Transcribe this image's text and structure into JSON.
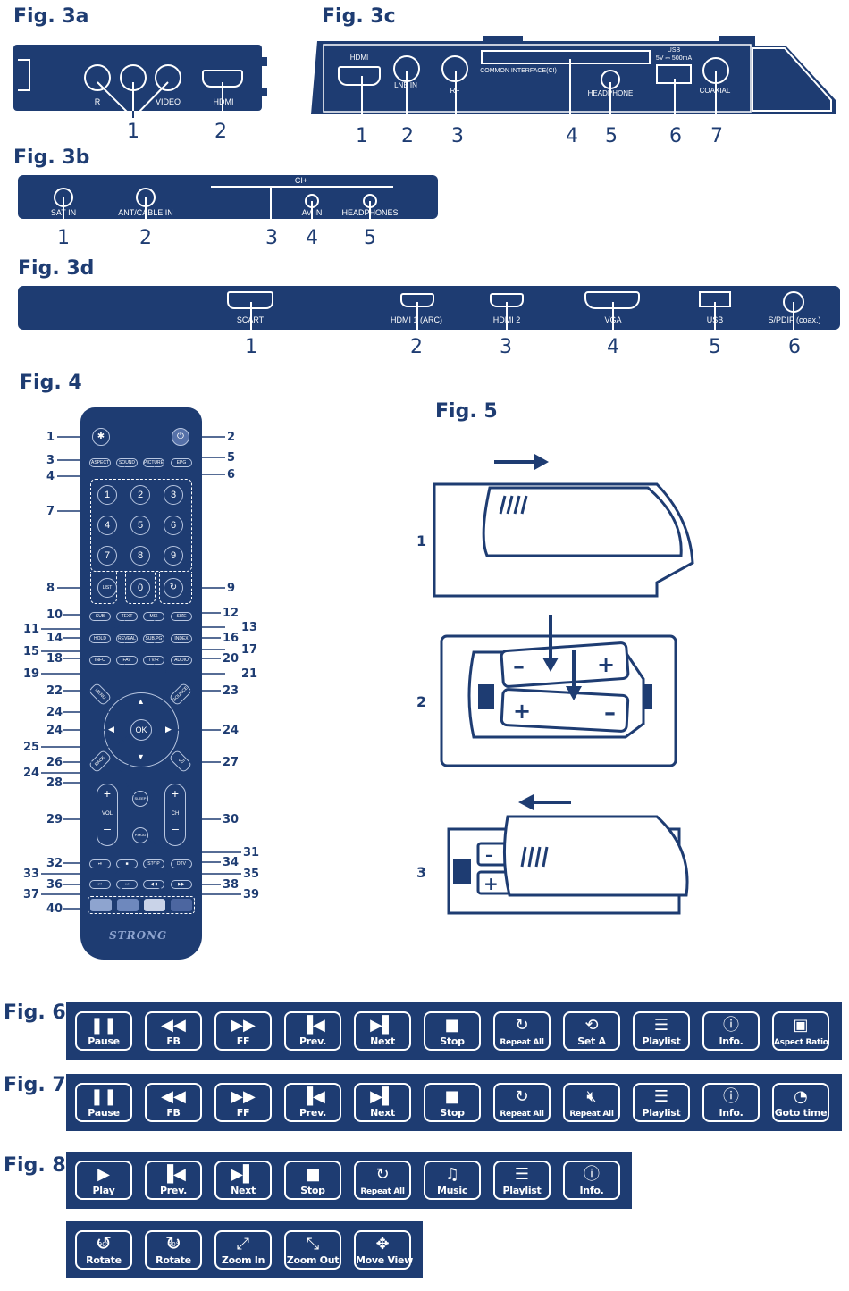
{
  "fig3a": {
    "title": "Fig. 3a",
    "labels": {
      "r": "R",
      "video": "VIDEO",
      "hdmi": "HDMI"
    },
    "callouts": [
      "1",
      "2"
    ]
  },
  "fig3c": {
    "title": "Fig. 3c",
    "labels": {
      "hdmi": "HDMI",
      "lnb": "LNB IN",
      "rf": "RF",
      "ci": "COMMON INTERFACE(CI)",
      "headphone": "HEADPHONE",
      "usb_top": "USB",
      "usb_spec": "5V ⎓ 500mA",
      "coaxial": "COAXIAL"
    },
    "callouts": [
      "1",
      "2",
      "3",
      "4",
      "5",
      "6",
      "7"
    ]
  },
  "fig3b": {
    "title": "Fig. 3b",
    "labels": {
      "sat": "SAT IN",
      "ant": "ANT/CABLE IN",
      "ci": "CI+",
      "av": "AV IN",
      "headphones": "HEADPHONES"
    },
    "callouts": [
      "1",
      "2",
      "3",
      "4",
      "5"
    ]
  },
  "fig3d": {
    "title": "Fig. 3d",
    "labels": {
      "scart": "SCART",
      "hdmi1": "HDMI 1 (ARC)",
      "hdmi2": "HDMI 2",
      "vga": "VGA",
      "usb": "USB",
      "spdif": "S/PDIF (coax.)"
    },
    "callouts": [
      "1",
      "2",
      "3",
      "4",
      "5",
      "6"
    ]
  },
  "fig4": {
    "title": "Fig. 4",
    "brand": "STRONG",
    "keypad": [
      "1",
      "2",
      "3",
      "4",
      "5",
      "6",
      "7",
      "8",
      "9",
      "0"
    ],
    "buttons": {
      "aspect": "ASPECT",
      "sound": "SOUND",
      "picture": "PICTURE",
      "epg": "EPG",
      "list": "LIST",
      "sub": "SUB",
      "text": "TEXT",
      "mix": "MIX",
      "size": "SIZE",
      "hold": "HOLD",
      "reveal": "REVEAL",
      "subpage": "SUB.PG",
      "index": "INDEX",
      "info": "INFO",
      "fav": "FAV",
      "tvr": "TV/R",
      "audio": "AUDIO",
      "menu": "MENU",
      "source": "SOURCE",
      "ok": "OK",
      "back": "BACK",
      "sleep": "SLEEP",
      "vol": "VOL",
      "ch": "CH",
      "pmode": "P.MOD",
      "stop": "STOP",
      "dtv": "DTV"
    },
    "callouts_left": [
      "1",
      "3",
      "4",
      "7",
      "8",
      "10",
      "11",
      "14",
      "15",
      "18",
      "19",
      "22",
      "24",
      "24",
      "25",
      "24",
      "26",
      "28",
      "29",
      "32",
      "33",
      "36",
      "37",
      "40"
    ],
    "callouts_right": [
      "2",
      "5",
      "6",
      "9",
      "12",
      "13",
      "16",
      "17",
      "20",
      "21",
      "23",
      "24",
      "27",
      "30",
      "31",
      "34",
      "35",
      "38",
      "39"
    ]
  },
  "fig5": {
    "title": "Fig. 5",
    "steps": [
      "1",
      "2",
      "3"
    ]
  },
  "fig6": {
    "title": "Fig. 6",
    "buttons": [
      {
        "icon": "pause",
        "label": "Pause"
      },
      {
        "icon": "fast-backward",
        "label": "FB"
      },
      {
        "icon": "fast-forward",
        "label": "FF"
      },
      {
        "icon": "previous",
        "label": "Prev."
      },
      {
        "icon": "next",
        "label": "Next"
      },
      {
        "icon": "stop",
        "label": "Stop"
      },
      {
        "icon": "repeat",
        "label": "Repeat All"
      },
      {
        "icon": "repeat-ab",
        "label": "Set A"
      },
      {
        "icon": "playlist",
        "label": "Playlist"
      },
      {
        "icon": "info",
        "label": "Info."
      },
      {
        "icon": "aspect-ratio",
        "label": "Aspect Ratio"
      }
    ]
  },
  "fig7": {
    "title": "Fig. 7",
    "buttons": [
      {
        "icon": "pause",
        "label": "Pause"
      },
      {
        "icon": "fast-backward",
        "label": "FB"
      },
      {
        "icon": "fast-forward",
        "label": "FF"
      },
      {
        "icon": "previous",
        "label": "Prev."
      },
      {
        "icon": "next",
        "label": "Next"
      },
      {
        "icon": "stop",
        "label": "Stop"
      },
      {
        "icon": "repeat",
        "label": "Repeat All"
      },
      {
        "icon": "mute",
        "label": "Repeat All"
      },
      {
        "icon": "playlist",
        "label": "Playlist"
      },
      {
        "icon": "info",
        "label": "Info."
      },
      {
        "icon": "clock",
        "label": "Goto time"
      }
    ]
  },
  "fig8": {
    "title": "Fig. 8",
    "buttons_row1": [
      {
        "icon": "play",
        "label": "Play"
      },
      {
        "icon": "previous",
        "label": "Prev."
      },
      {
        "icon": "next",
        "label": "Next"
      },
      {
        "icon": "stop",
        "label": "Stop"
      },
      {
        "icon": "repeat",
        "label": "Repeat All"
      },
      {
        "icon": "music",
        "label": "Music"
      },
      {
        "icon": "playlist",
        "label": "Playlist"
      },
      {
        "icon": "info",
        "label": "Info."
      }
    ],
    "buttons_row2": [
      {
        "icon": "rotate-left",
        "label": "Rotate"
      },
      {
        "icon": "rotate-right",
        "label": "Rotate"
      },
      {
        "icon": "zoom-in",
        "label": "Zoom In"
      },
      {
        "icon": "zoom-out",
        "label": "Zoom Out"
      },
      {
        "icon": "move-view",
        "label": "Move View"
      }
    ],
    "rotate_badge": "90°"
  }
}
